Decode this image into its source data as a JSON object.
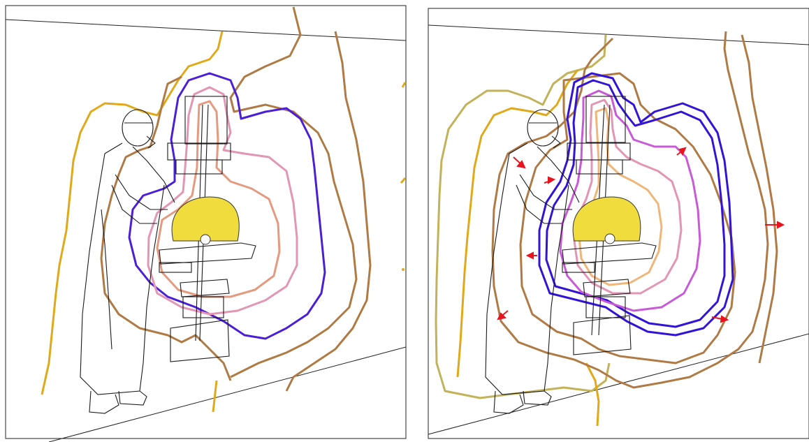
{
  "figure": {
    "panels": [
      {
        "id": "left",
        "contours": [
          {
            "name": "contour-outer-brown",
            "color": "#b07a45"
          },
          {
            "name": "contour-gold",
            "color": "#e0a91a"
          },
          {
            "name": "contour-inner-brown",
            "color": "#b07a45"
          },
          {
            "name": "contour-blue",
            "color": "#4a1fd6"
          },
          {
            "name": "contour-pink",
            "color": "#e296b4"
          },
          {
            "name": "contour-salmon",
            "color": "#e49a80"
          }
        ],
        "arrows": []
      },
      {
        "id": "right",
        "contours": [
          {
            "name": "contour-olive",
            "color": "#c2b25a"
          },
          {
            "name": "contour-gold",
            "color": "#e0a91a"
          },
          {
            "name": "contour-outer-brown",
            "color": "#b07a45"
          },
          {
            "name": "contour-inner-brown",
            "color": "#b07a45"
          },
          {
            "name": "contour-blue",
            "color": "#3314d6"
          },
          {
            "name": "contour-magenta",
            "color": "#c85ad8"
          },
          {
            "name": "contour-pink",
            "color": "#e296b4"
          },
          {
            "name": "contour-peach",
            "color": "#efb67a"
          }
        ],
        "arrows": [
          {
            "name": "shift-arrow",
            "color": "#e8141e"
          }
        ]
      }
    ],
    "colors": {
      "beam": "#f0dc3c",
      "outline": "#1a1a1a",
      "arrow": "#e8141e"
    }
  }
}
